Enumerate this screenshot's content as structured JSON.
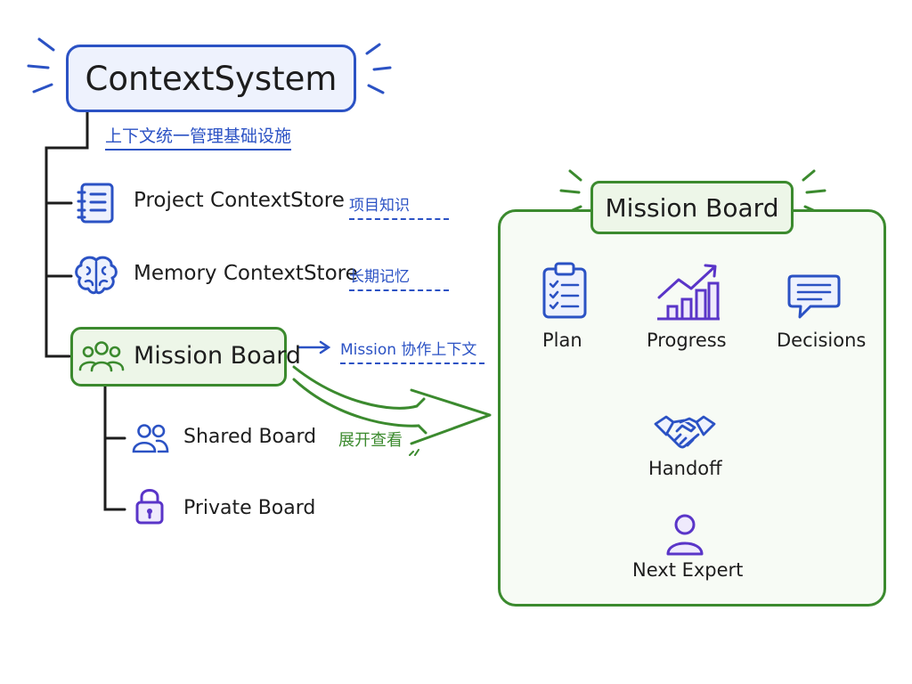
{
  "root": {
    "title": "ContextSystem",
    "subtitle": "上下文统一管理基础设施"
  },
  "tree": {
    "items": [
      {
        "label": "Project ContextStore",
        "note": "项目知识",
        "icon": "notebook-icon"
      },
      {
        "label": "Memory ContextStore",
        "note": "长期记忆",
        "icon": "brain-icon"
      },
      {
        "label": "Mission Board",
        "note": "Mission 协作上下文",
        "icon": "team-icon"
      }
    ],
    "sub_items": [
      {
        "label": "Shared Board",
        "icon": "users-icon"
      },
      {
        "label": "Private Board",
        "icon": "lock-icon"
      }
    ],
    "expand_label": "展开查看"
  },
  "panel": {
    "title": "Mission Board",
    "top_items": [
      {
        "label": "Plan",
        "icon": "clipboard-checklist-icon"
      },
      {
        "label": "Progress",
        "icon": "trend-chart-icon"
      },
      {
        "label": "Decisions",
        "icon": "chat-bubble-icon"
      }
    ],
    "handoff": {
      "label": "Handoff",
      "icon": "handshake-icon"
    },
    "next": {
      "label": "Next Expert",
      "icon": "person-icon"
    }
  },
  "colors": {
    "blue": "#2b52c4",
    "green": "#3b8a2e",
    "purple": "#5a35c8",
    "ink": "#1d1d1d"
  }
}
